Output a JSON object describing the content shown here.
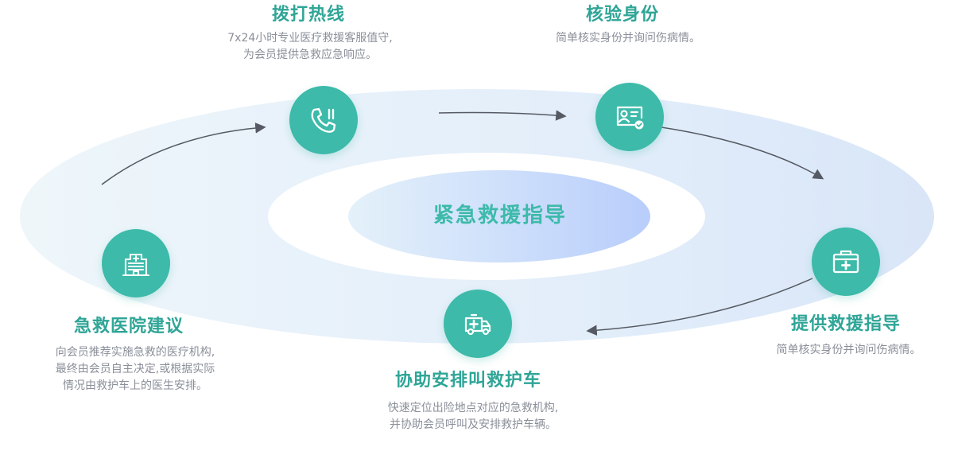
{
  "center": {
    "label": "紧急救援指导"
  },
  "steps": [
    {
      "id": "call",
      "title": "拨打热线",
      "desc": [
        "7x24小时专业医疗救援客服值守,",
        "为会员提供急救应急响应。"
      ],
      "icon": "phone-icon"
    },
    {
      "id": "verify",
      "title": "核验身份",
      "desc": [
        "简单核实身份并询问伤病情。"
      ],
      "icon": "id-card-icon"
    },
    {
      "id": "guide",
      "title": "提供救援指导",
      "desc": [
        "简单核实身份并询问伤病情。"
      ],
      "icon": "first-aid-kit-icon"
    },
    {
      "id": "ambulance",
      "title": "协助安排叫救护车",
      "desc": [
        "快速定位出险地点对应的急救机构,",
        "并协助会员呼叫及安排救护车辆。"
      ],
      "icon": "ambulance-icon"
    },
    {
      "id": "hospital",
      "title": "急救医院建议",
      "desc": [
        "向会员推荐实施急救的医疗机构,",
        "最终由会员自主决定,或根据实际",
        "情况由救护车上的医生安排。"
      ],
      "icon": "hospital-icon"
    }
  ],
  "colors": {
    "accent": "#3dbaa9",
    "title": "#2fa597",
    "text": "#8a8f99",
    "arrow": "#555a63"
  }
}
